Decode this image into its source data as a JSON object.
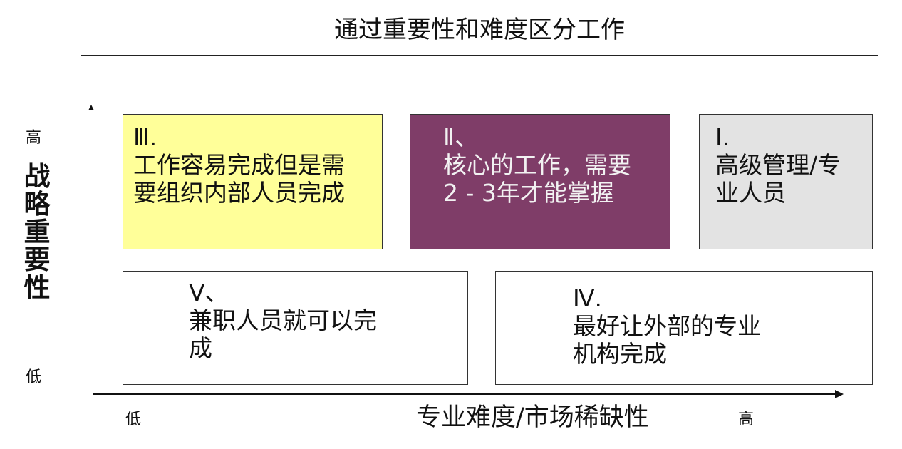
{
  "title": "通过重要性和难度区分工作",
  "y_axis": {
    "label_chars": [
      "战",
      "略",
      "重",
      "要",
      "性"
    ],
    "high": "高",
    "low": "低"
  },
  "x_axis": {
    "label": "专业难度/市场稀缺性",
    "low": "低",
    "high": "高"
  },
  "boxes": [
    {
      "numeral": "Ⅲ.",
      "lines": [
        "工作容易完成但是需",
        "要组织内部人员完成"
      ],
      "color": "#FFFF99",
      "text_color": "#111111"
    },
    {
      "numeral": "Ⅱ、",
      "lines": [
        "核心的工作，需要",
        "2 - 3年才能掌握"
      ],
      "color": "#7F3D68",
      "text_color": "#F2F2F2"
    },
    {
      "numeral": "Ⅰ.",
      "lines": [
        "高级管理/专",
        "业人员"
      ],
      "color": "#E3E3E3",
      "text_color": "#111111"
    },
    {
      "numeral": "Ⅴ、",
      "lines": [
        "兼职人员就可以完",
        "成"
      ],
      "color": "#FFFFFF",
      "text_color": "#111111"
    },
    {
      "numeral": "Ⅳ.",
      "lines": [
        "最好让外部的专业",
        "机构完成"
      ],
      "color": "#FFFFFF",
      "text_color": "#111111"
    }
  ]
}
